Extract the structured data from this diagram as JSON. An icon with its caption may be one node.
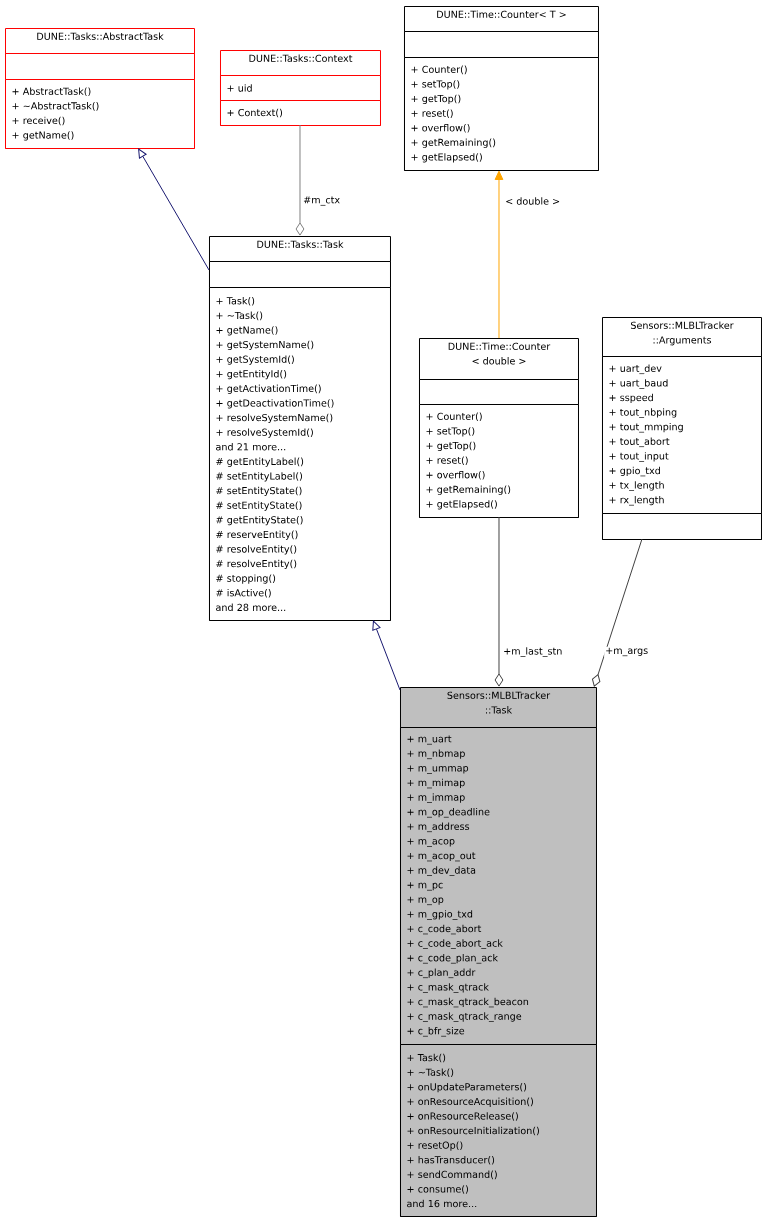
{
  "diagram": {
    "nodes": [
      {
        "text": [
          "DUNE::Tasks::AbstractTask"
        ]
      },
      {
        "text": [],
        "shape": "box",
        "in": 0
      },
      {
        "text": [
          "+ AbstractTask()",
          "+ ~AbstractTask()",
          "+ receive()",
          "+ getName()"
        ],
        "in": 0
      },
      {
        "text": [
          "DUNE::Tasks::Context"
        ]
      },
      {
        "text": [
          "+ uid"
        ],
        "in": 3
      },
      {
        "text": [
          "+ Context()"
        ],
        "in": 3
      },
      {
        "text": [
          "DUNE::Time::Counter< T >"
        ]
      },
      {
        "text": [],
        "shape": "box",
        "in": 6
      },
      {
        "text": [
          "+ Counter()",
          "+ setTop()",
          "+ getTop()",
          "+ reset()",
          "+ overflow()",
          "+ getRemaining()",
          "+ getElapsed()"
        ],
        "in": 6
      },
      {
        "text": [
          "DUNE::Tasks::Task"
        ]
      },
      {
        "text": [],
        "shape": "box",
        "in": 9
      },
      {
        "text": [
          "+ Task()",
          "+ ~Task()",
          "+ getName()",
          "+ getSystemName()",
          "+ getSystemId()",
          "+ getEntityId()",
          "+ getActivationTime()",
          "+ getDeactivationTime()",
          "+ resolveSystemName()",
          "+ resolveSystemId()",
          "and 21 more...",
          "# getEntityLabel()",
          "# setEntityLabel()",
          "# setEntityState()",
          "# setEntityState()",
          "# getEntityState()",
          "# reserveEntity()",
          "# resolveEntity()",
          "# resolveEntity()",
          "# stopping()",
          "# isActive()",
          "and 28 more..."
        ],
        "in": 9
      },
      {
        "text": [
          "DUNE::Time::Counter < double >"
        ]
      },
      {
        "text": [],
        "shape": "box",
        "in": 12
      },
      {
        "text": [
          "+ Counter()",
          "+ setTop()",
          "+ getTop()",
          "+ reset()",
          "+ overflow()",
          "+ getRemaining()",
          "+ getElapsed()"
        ],
        "in": 12
      },
      {
        "text": [
          "Sensors::MLBLTracker ::Arguments"
        ]
      },
      {
        "text": [
          "+ uart_dev",
          "+ uart_baud",
          "+ sspeed",
          "+ tout_nbping",
          "+ tout_mmping",
          "+ tout_abort",
          "+ tout_input",
          "+ gpio_txd",
          "+ tx_length",
          "+ rx_length"
        ],
        "in": 15
      },
      {
        "text": [],
        "shape": "box",
        "in": 15
      },
      {
        "text": [
          "Sensors::MLBLTracker ::Task"
        ]
      },
      {
        "text": [
          "+ m_uart",
          "+ m_nbmap",
          "+ m_ummap",
          "+ m_mimap",
          "+ m_immap",
          "+ m_op_deadline",
          "+ m_address",
          "+ m_acop",
          "+ m_acop_out",
          "+ m_dev_data",
          "+ m_pc",
          "+ m_op",
          "+ m_gpio_txd",
          "+ c_code_abort",
          "+ c_code_abort_ack",
          "+ c_code_plan_ack",
          "+ c_plan_addr",
          "+ c_mask_qtrack",
          "+ c_mask_qtrack_beacon",
          "+ c_mask_qtrack_range",
          "+ c_bfr_size"
        ],
        "in": 18
      },
      {
        "text": [
          "+ Task()",
          "+ ~Task()",
          "+ onUpdateParameters()",
          "+ onResourceAcquisition()",
          "+ onResourceRelease()",
          "+ onResourceInitialization()",
          "+ resetOp()",
          "+ hasTransducer()",
          "+ sendCommand()",
          "+ consume()",
          "and 16 more..."
        ],
        "in": 18
      }
    ],
    "edges": [
      {
        "from": 9,
        "to": 0,
        "arrow": "to",
        "color": "#191970"
      },
      {
        "from": 3,
        "to": 9,
        "arrow": "other",
        "label": "#m_ctx",
        "color": "#808080"
      },
      {
        "from": 12,
        "to": 6,
        "arrow": "to",
        "label": "< double >",
        "color": "#ffa500"
      },
      {
        "from": 18,
        "to": 9,
        "arrow": "to",
        "color": "#191970"
      },
      {
        "from": 12,
        "to": 18,
        "arrow": "other",
        "label": "+m_last_stn"
      },
      {
        "from": 15,
        "to": 18,
        "arrow": "other",
        "label": "+m_args"
      }
    ]
  }
}
